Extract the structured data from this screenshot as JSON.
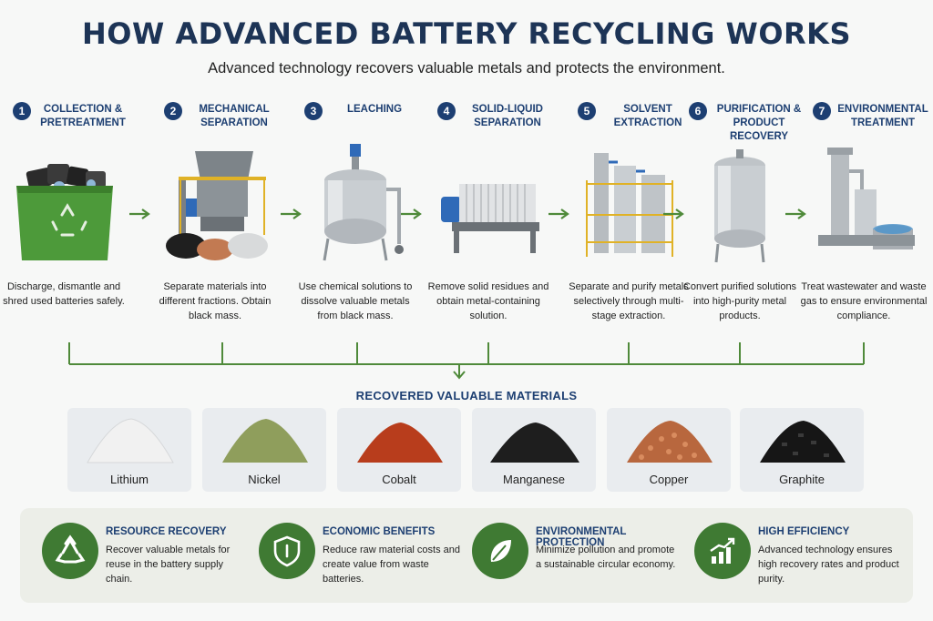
{
  "title": "HOW ADVANCED BATTERY RECYCLING WORKS",
  "subtitle": "Advanced technology recovers valuable metals and protects the environment.",
  "steps": [
    {
      "num": "1",
      "title": "COLLECTION & PRETREATMENT",
      "desc": "Discharge, dismantle and shred used batteries safely."
    },
    {
      "num": "2",
      "title": "MECHANICAL SEPARATION",
      "desc": "Separate materials into different fractions. Obtain black mass."
    },
    {
      "num": "3",
      "title": "LEACHING",
      "desc": "Use chemical solutions to dissolve valuable metals from black mass."
    },
    {
      "num": "4",
      "title": "SOLID-LIQUID SEPARATION",
      "desc": "Remove solid residues and obtain metal-containing solution."
    },
    {
      "num": "5",
      "title": "SOLVENT EXTRACTION",
      "desc": "Separate and purify metals selectively through multi-stage extraction."
    },
    {
      "num": "6",
      "title": "PURIFICATION & PRODUCT RECOVERY",
      "desc": "Convert purified solutions into high-purity metal products."
    },
    {
      "num": "7",
      "title": "ENVIRONMENTAL TREATMENT",
      "desc": "Treat wastewater and waste gas to ensure environmental compliance."
    }
  ],
  "materials_title": "RECOVERED VALUABLE MATERIALS",
  "materials": [
    {
      "name": "Lithium",
      "color": "#f1f1f1"
    },
    {
      "name": "Nickel",
      "color": "#8f9e5c"
    },
    {
      "name": "Cobalt",
      "color": "#b83d1c"
    },
    {
      "name": "Manganese",
      "color": "#1e1e1e"
    },
    {
      "name": "Copper",
      "color": "#b8673e"
    },
    {
      "name": "Graphite",
      "color": "#161616"
    }
  ],
  "benefits": [
    {
      "icon": "recycle-icon",
      "title": "RESOURCE RECOVERY",
      "text": "Recover valuable metals for reuse in the battery supply chain."
    },
    {
      "icon": "shield-icon",
      "title": "ECONOMIC BENEFITS",
      "text": "Reduce raw material costs and create value from waste batteries."
    },
    {
      "icon": "leaf-icon",
      "title": "ENVIRONMENTAL PROTECTION",
      "text": "Minimize pollution and promote a sustainable circular economy."
    },
    {
      "icon": "growth-chart-icon",
      "title": "HIGH EFFICIENCY",
      "text": "Advanced technology ensures high recovery rates and product purity."
    }
  ],
  "colors": {
    "navy": "#1d3f72",
    "green": "#3f7a33",
    "arrow_green": "#4f8a3a"
  }
}
